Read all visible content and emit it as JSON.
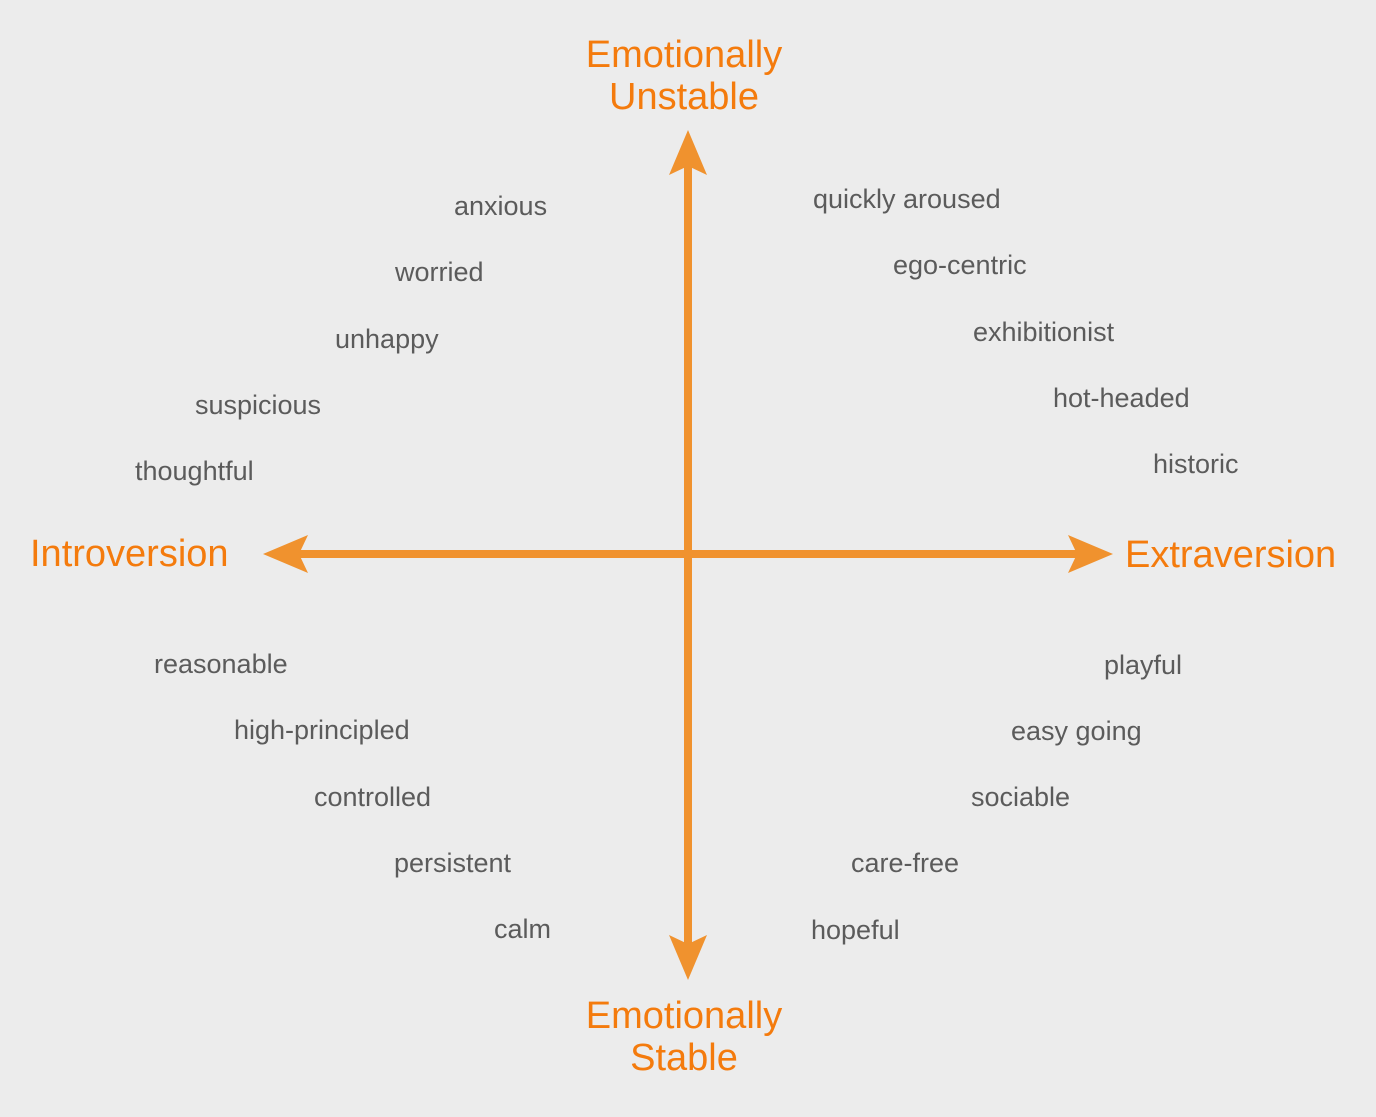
{
  "colors": {
    "axis_label": "#f47b0d",
    "arrow": "#f0922e",
    "trait_text": "#5b5b5b",
    "background": "#ececec"
  },
  "axes": {
    "top": {
      "line1": "Emotionally",
      "line2": "Unstable"
    },
    "bottom": {
      "line1": "Emotionally",
      "line2": "Stable"
    },
    "left": "Introversion",
    "right": "Extraversion"
  },
  "quadrants": {
    "top_left": [
      "anxious",
      "worried",
      "unhappy",
      "suspicious",
      "thoughtful"
    ],
    "top_right": [
      "quickly aroused",
      "ego-centric",
      "exhibitionist",
      "hot-headed",
      "historic"
    ],
    "bottom_left": [
      "reasonable",
      "high-principled",
      "controlled",
      "persistent",
      "calm"
    ],
    "bottom_right": [
      "playful",
      "easy going",
      "sociable",
      "care-free",
      "hopeful"
    ]
  }
}
